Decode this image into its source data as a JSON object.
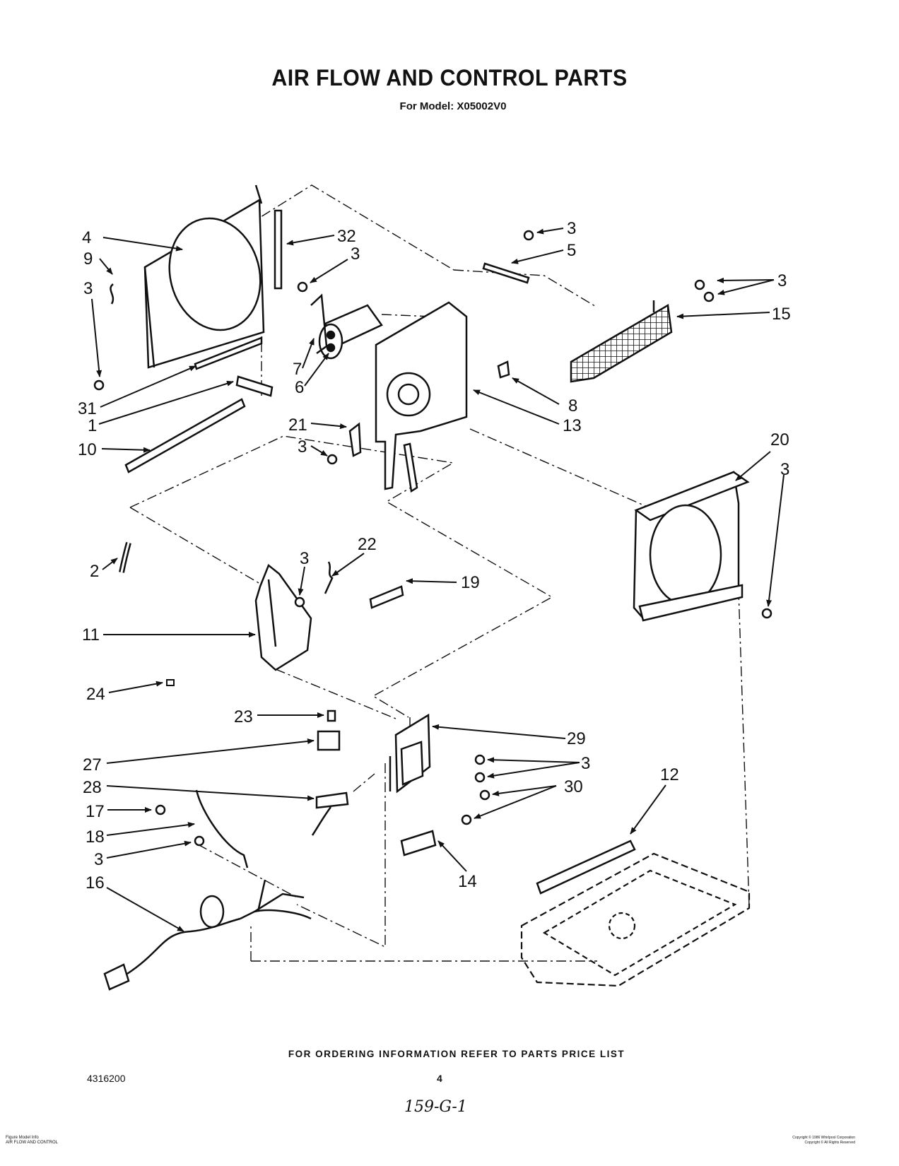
{
  "header": {
    "title": "AIR FLOW AND CONTROL PARTS",
    "subtitle": "For Model: X05002V0"
  },
  "part_labels": [
    {
      "id": "4",
      "text": "4"
    },
    {
      "id": "9",
      "text": "9"
    },
    {
      "id": "3a",
      "text": "3"
    },
    {
      "id": "32",
      "text": "32"
    },
    {
      "id": "3b",
      "text": "3"
    },
    {
      "id": "3c",
      "text": "3"
    },
    {
      "id": "5",
      "text": "5"
    },
    {
      "id": "3d",
      "text": "3"
    },
    {
      "id": "15",
      "text": "15"
    },
    {
      "id": "7",
      "text": "7"
    },
    {
      "id": "6",
      "text": "6"
    },
    {
      "id": "31",
      "text": "31"
    },
    {
      "id": "1",
      "text": "1"
    },
    {
      "id": "10",
      "text": "10"
    },
    {
      "id": "21",
      "text": "21"
    },
    {
      "id": "3e",
      "text": "3"
    },
    {
      "id": "8",
      "text": "8"
    },
    {
      "id": "13",
      "text": "13"
    },
    {
      "id": "20",
      "text": "20"
    },
    {
      "id": "3f",
      "text": "3"
    },
    {
      "id": "2",
      "text": "2"
    },
    {
      "id": "3g",
      "text": "3"
    },
    {
      "id": "22",
      "text": "22"
    },
    {
      "id": "19",
      "text": "19"
    },
    {
      "id": "11",
      "text": "11"
    },
    {
      "id": "24",
      "text": "24"
    },
    {
      "id": "23",
      "text": "23"
    },
    {
      "id": "29",
      "text": "29"
    },
    {
      "id": "27",
      "text": "27"
    },
    {
      "id": "3h",
      "text": "3"
    },
    {
      "id": "28",
      "text": "28"
    },
    {
      "id": "30",
      "text": "30"
    },
    {
      "id": "12",
      "text": "12"
    },
    {
      "id": "17",
      "text": "17"
    },
    {
      "id": "18",
      "text": "18"
    },
    {
      "id": "3i",
      "text": "3"
    },
    {
      "id": "14",
      "text": "14"
    },
    {
      "id": "16",
      "text": "16"
    }
  ],
  "footer": {
    "ordering_note": "FOR ORDERING INFORMATION REFER TO PARTS PRICE LIST",
    "document_number": "4316200",
    "page_number": "4",
    "handwritten_code": "159-G-1",
    "figure_caption_line1": "Figure Model Info",
    "figure_caption_line2": "AIR FLOW AND CONTROL",
    "copyright_line1": "Copyright © 1986 Whirlpool Corporation",
    "copyright_line2": "Copyright © All Rights Reserved"
  }
}
